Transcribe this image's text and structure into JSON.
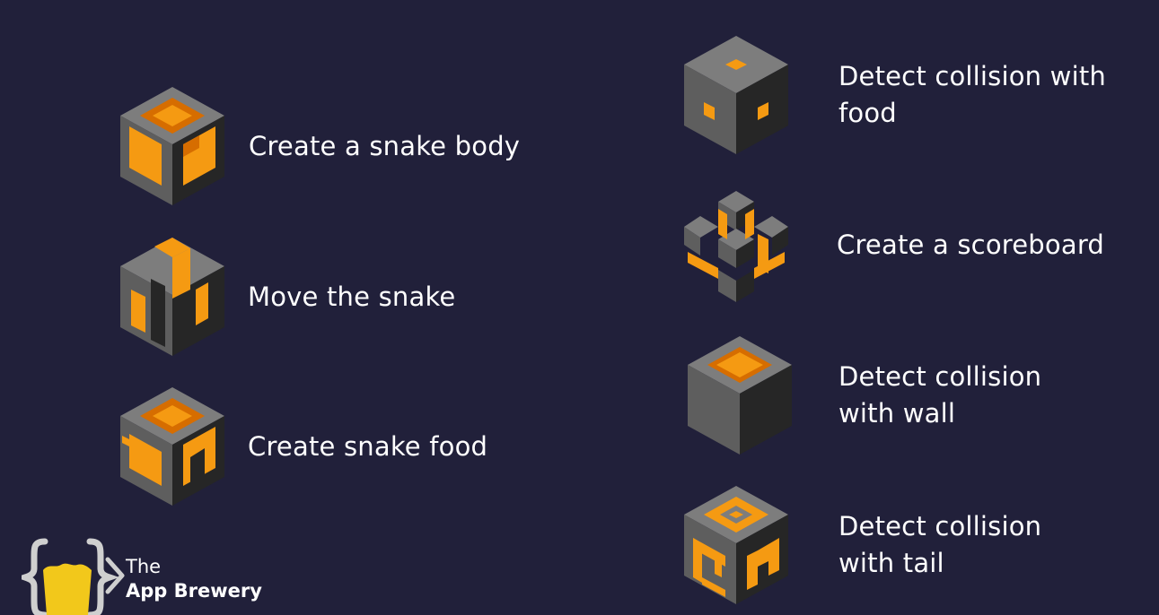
{
  "colors": {
    "background": "#21203a",
    "cube_top": "#7d7d7d",
    "cube_left": "#5e5e5e",
    "cube_right": "#262626",
    "accent_orange": "#f59a12",
    "accent_orange_dark": "#d66d00",
    "text": "#ffffff",
    "logo_gray": "#cfcfcf",
    "logo_yellow": "#f2c81b"
  },
  "steps": [
    {
      "label": "Create a snake body",
      "icon": "hollow-cube-icon"
    },
    {
      "label": "Move the snake",
      "icon": "snake-cube-icon"
    },
    {
      "label": "Create snake food",
      "icon": "food-cube-icon"
    },
    {
      "label": "Detect collision with\nfood",
      "icon": "collision-food-cube-icon"
    },
    {
      "label": "Create a scoreboard",
      "icon": "scoreboard-cube-icon"
    },
    {
      "label": "Detect collision\nwith wall",
      "icon": "wall-cube-icon"
    },
    {
      "label": "Detect collision\nwith tail",
      "icon": "tail-cube-icon"
    }
  ],
  "logo": {
    "line1": "The",
    "line2": "App Brewery",
    "icon": "app-brewery-logo-icon"
  }
}
